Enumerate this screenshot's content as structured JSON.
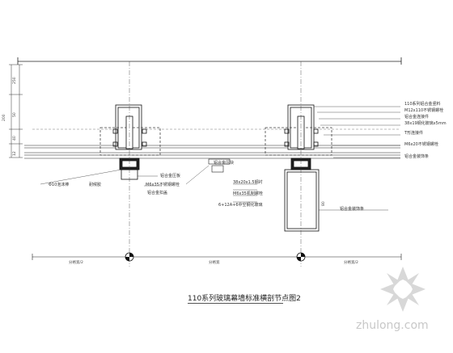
{
  "title": "110系列玻璃幕墙标准横剖节点图2",
  "dimensions": {
    "bottom_left": "分格宽/2",
    "bottom_mid": "分格宽",
    "bottom_right": "分格宽/2",
    "left_total": "200",
    "left_top": "250",
    "left_a": "50",
    "left_b": "40",
    "left_c": "12",
    "right_a": "80"
  },
  "annotations_right": [
    "110系列铝合金竖料",
    "M12x110不锈钢螺栓",
    "铝合金连接件",
    "38x19钢化玻璃x5mm",
    "T形连接件",
    "M6x20不锈钢螺栓",
    "铝合金装饰条"
  ],
  "annotations_left": [
    "Φ10泡沫棒",
    "耐候胶",
    "铝合金扣盖",
    "M6x35不锈钢螺栓",
    "铝合金压板"
  ],
  "annotations_mid": [
    "铝合金压块",
    "38x20x1.5钢衬",
    "M6x35机制螺栓",
    "6+12A+6中空钢化玻璃"
  ],
  "annotation_lower_right": "铝合金装饰条",
  "watermark": "zhulong.com"
}
